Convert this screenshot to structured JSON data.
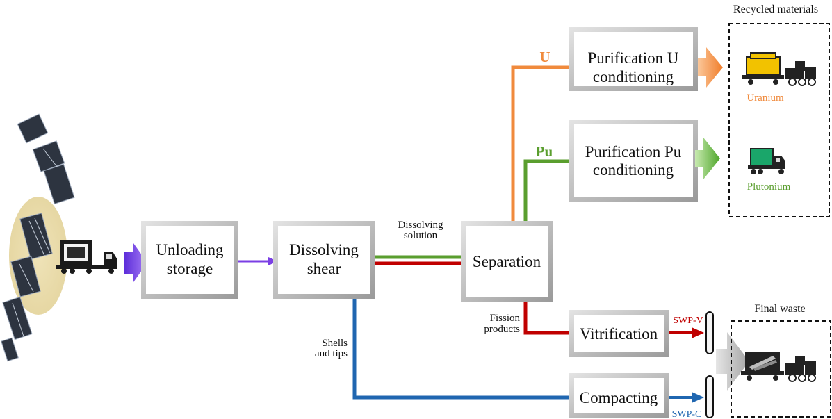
{
  "colors": {
    "uranium": "#f08a3c",
    "plutonium": "#5a9e2e",
    "fission": "#c00000",
    "compacting": "#1f66b0",
    "intake": "#7b3fe4",
    "final_arrow": "#a6a6a6"
  },
  "boxes": {
    "unloading": {
      "line1": "Unloading",
      "line2": "storage"
    },
    "dissolving": {
      "line1": "Dissolving",
      "line2": "shear"
    },
    "separation": {
      "line1": "Separation"
    },
    "purif_u": {
      "line1": "Purification U",
      "line2": "conditioning"
    },
    "purif_pu": {
      "line1": "Purification Pu",
      "line2": "conditioning"
    },
    "vitrification": {
      "line1": "Vitrification"
    },
    "compacting": {
      "line1": "Compacting"
    }
  },
  "labels": {
    "dissolving_solution_1": "Dissolving",
    "dissolving_solution_2": "solution",
    "u_stream": "U",
    "pu_stream": "Pu",
    "fission_1": "Fission",
    "fission_2": "products",
    "shells_1": "Shells",
    "shells_2": "and tips",
    "swp_v": "SWP-V",
    "swp_c": "SWP-C"
  },
  "recycled": {
    "title": "Recycled materials",
    "uranium": "Uranium",
    "plutonium": "Plutonium"
  },
  "final_waste": {
    "title": "Final waste"
  },
  "icons": {
    "fuel_assembly": "fuel-assembly-icon",
    "truck": "truck-icon",
    "uranium_train": "uranium-train-icon",
    "plutonium_truck": "plutonium-truck-icon",
    "waste_train": "waste-train-icon",
    "canister": "canister-icon"
  }
}
